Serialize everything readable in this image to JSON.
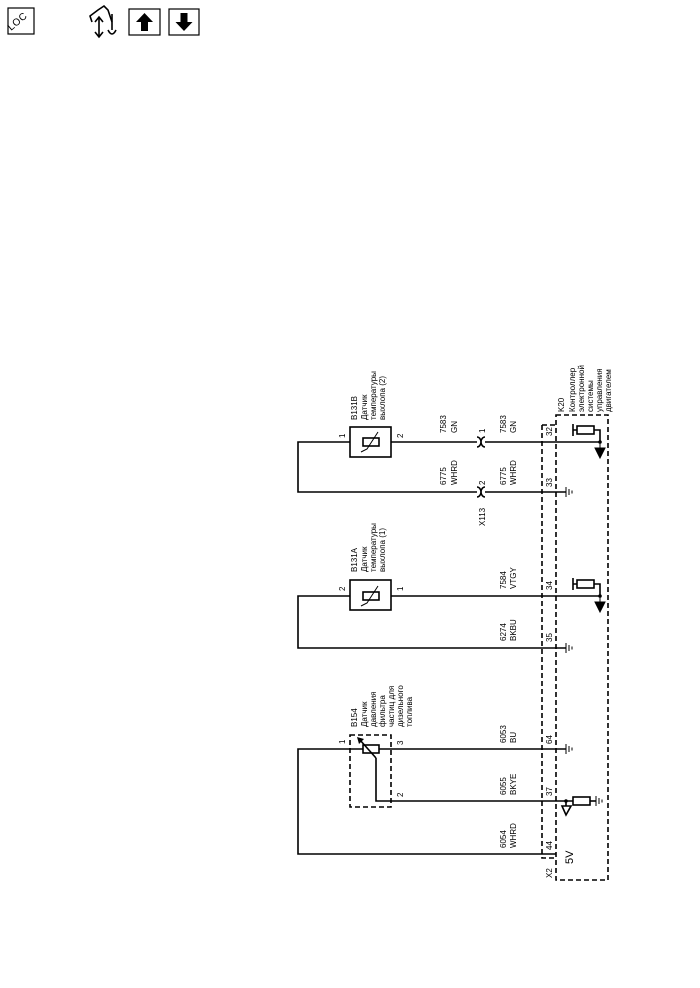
{
  "toolbar": {
    "loc_label": "LOC"
  },
  "b131b": {
    "id": "B131B",
    "desc": [
      "Датчик",
      "температуры",
      "выхлопа (2)"
    ],
    "pin_left": "1",
    "pin_right": "2"
  },
  "b131a": {
    "id": "B131A",
    "desc": [
      "Датчик",
      "температуры",
      "выхлопа (1)"
    ],
    "pin_left": "2",
    "pin_right": "1"
  },
  "b154": {
    "id": "B154",
    "desc": [
      "Датчик",
      "давления",
      "фильтра",
      "частиц для",
      "дизельного",
      "топлива"
    ],
    "pin_1": "1",
    "pin_3": "3",
    "pin_2": "2"
  },
  "k20": {
    "id": "K20",
    "desc": [
      "Контроллер",
      "электронной",
      "системы",
      "управления",
      "двигателем"
    ],
    "voltage": "5V"
  },
  "x113": {
    "id": "X113",
    "pin_1": "1",
    "pin_2": "2"
  },
  "x2": {
    "id": "X2"
  },
  "wires": [
    {
      "circuit": "7583",
      "color": "GN",
      "pin": "32"
    },
    {
      "circuit": "6775",
      "color": "WHRD",
      "pin": "33"
    },
    {
      "circuit": "7584",
      "color": "VTGY",
      "pin": "34"
    },
    {
      "circuit": "6274",
      "color": "BKBU",
      "pin": "35"
    },
    {
      "circuit": "6053",
      "color": "BU",
      "pin": "64"
    },
    {
      "circuit": "6055",
      "color": "BKYE",
      "pin": "37"
    },
    {
      "circuit": "6054",
      "color": "WHRD",
      "pin": "44"
    }
  ]
}
